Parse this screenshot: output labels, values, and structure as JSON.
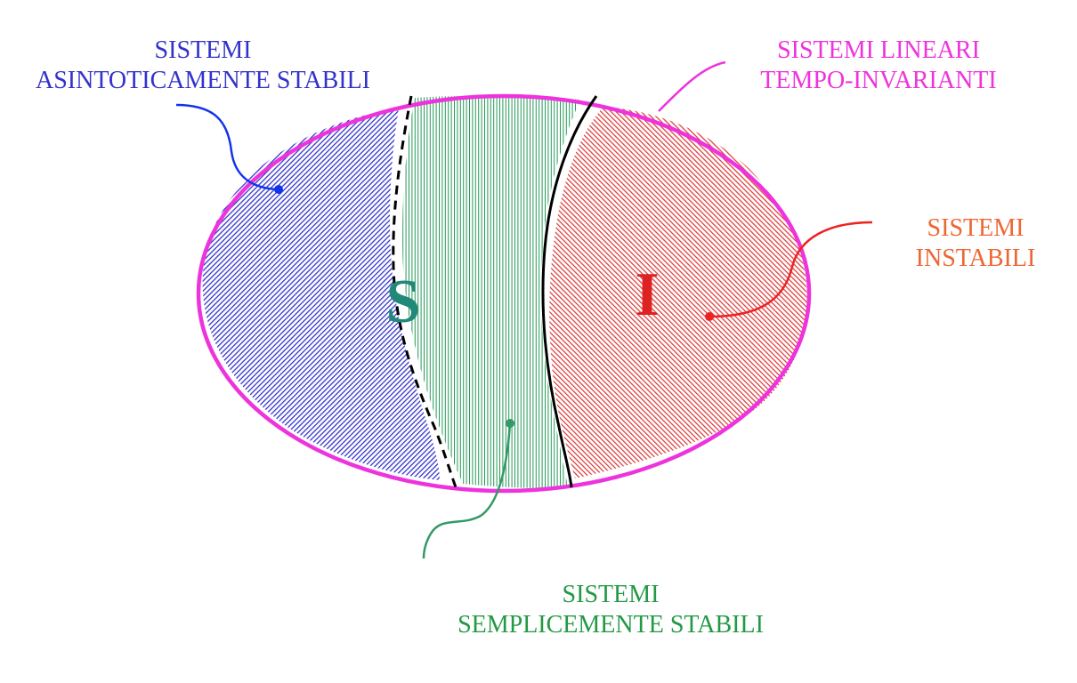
{
  "labels": {
    "asymptotically_stable": [
      "SISTEMI",
      "ASINTOTICAMENTE STABILI"
    ],
    "lti": [
      "SISTEMI LINEARI",
      "TEMPO-INVARIANTI"
    ],
    "unstable": [
      "SISTEMI",
      "INSTABILI"
    ],
    "simply_stable": [
      "SISTEMI",
      "SEMPLICEMENTE STABILI"
    ]
  },
  "letters": {
    "stable": "S",
    "unstable": "I"
  },
  "colors": {
    "asymptotically_stable": "#3333cc",
    "lti": "#ee33dd",
    "unstable_label": "#ee6633",
    "unstable_region": "#dd3333",
    "simply_stable": "#229944",
    "stable_letter": "#228877",
    "boundary": "#000000"
  }
}
